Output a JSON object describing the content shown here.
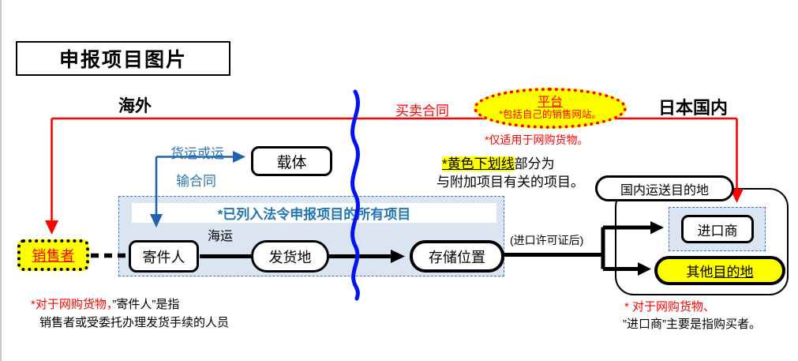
{
  "title": "申报项目图片",
  "regions": {
    "overseas": "海外",
    "domestic": "日本国内"
  },
  "sales_contract_label": "买卖合同",
  "platform": {
    "title": "平台",
    "note": "*包括自己的销售网站。",
    "subnote": "*仅适用于网购货物。"
  },
  "freight_contract": {
    "line1": "货运或运",
    "line2": "输合同"
  },
  "carrier_label": "载体",
  "legend": {
    "highlighted": "*黄色下划线",
    "rest": "部分为",
    "line2": "与附加项目有关的项目。"
  },
  "domestic_destination_label": "国内运送目的地",
  "importer_label": "进口商",
  "other_destination": {
    "prefix": "其他",
    "underlined": "目的地"
  },
  "declared_items_header": "*已列入法令申报项目的所有项目",
  "seller_label": "销售者",
  "sender_label": "寄件人",
  "sea_freight_label": "海运",
  "shipping_place_label": "发货地",
  "storage_location_label": "存储位置",
  "after_permit_label": "(进口许可证后)",
  "footnote_left": {
    "red_part": "*对于网购货物，",
    "black_part": "”寄件人”是指",
    "line2": "销售者或受委托办理发货手续的人员"
  },
  "footnote_right": {
    "red_part": "* 对于网购货物、",
    "line2": "”进口商”主要是指购买者。"
  },
  "colors": {
    "accent_red": "#ff0000",
    "text_blue": "#2e75b6",
    "header_blue": "#2077b4",
    "wave_blue": "#0013f0",
    "panel_fill": "#dbe5f1",
    "panel_border": "#4472c4",
    "highlight_yellow": "#ffff00"
  }
}
